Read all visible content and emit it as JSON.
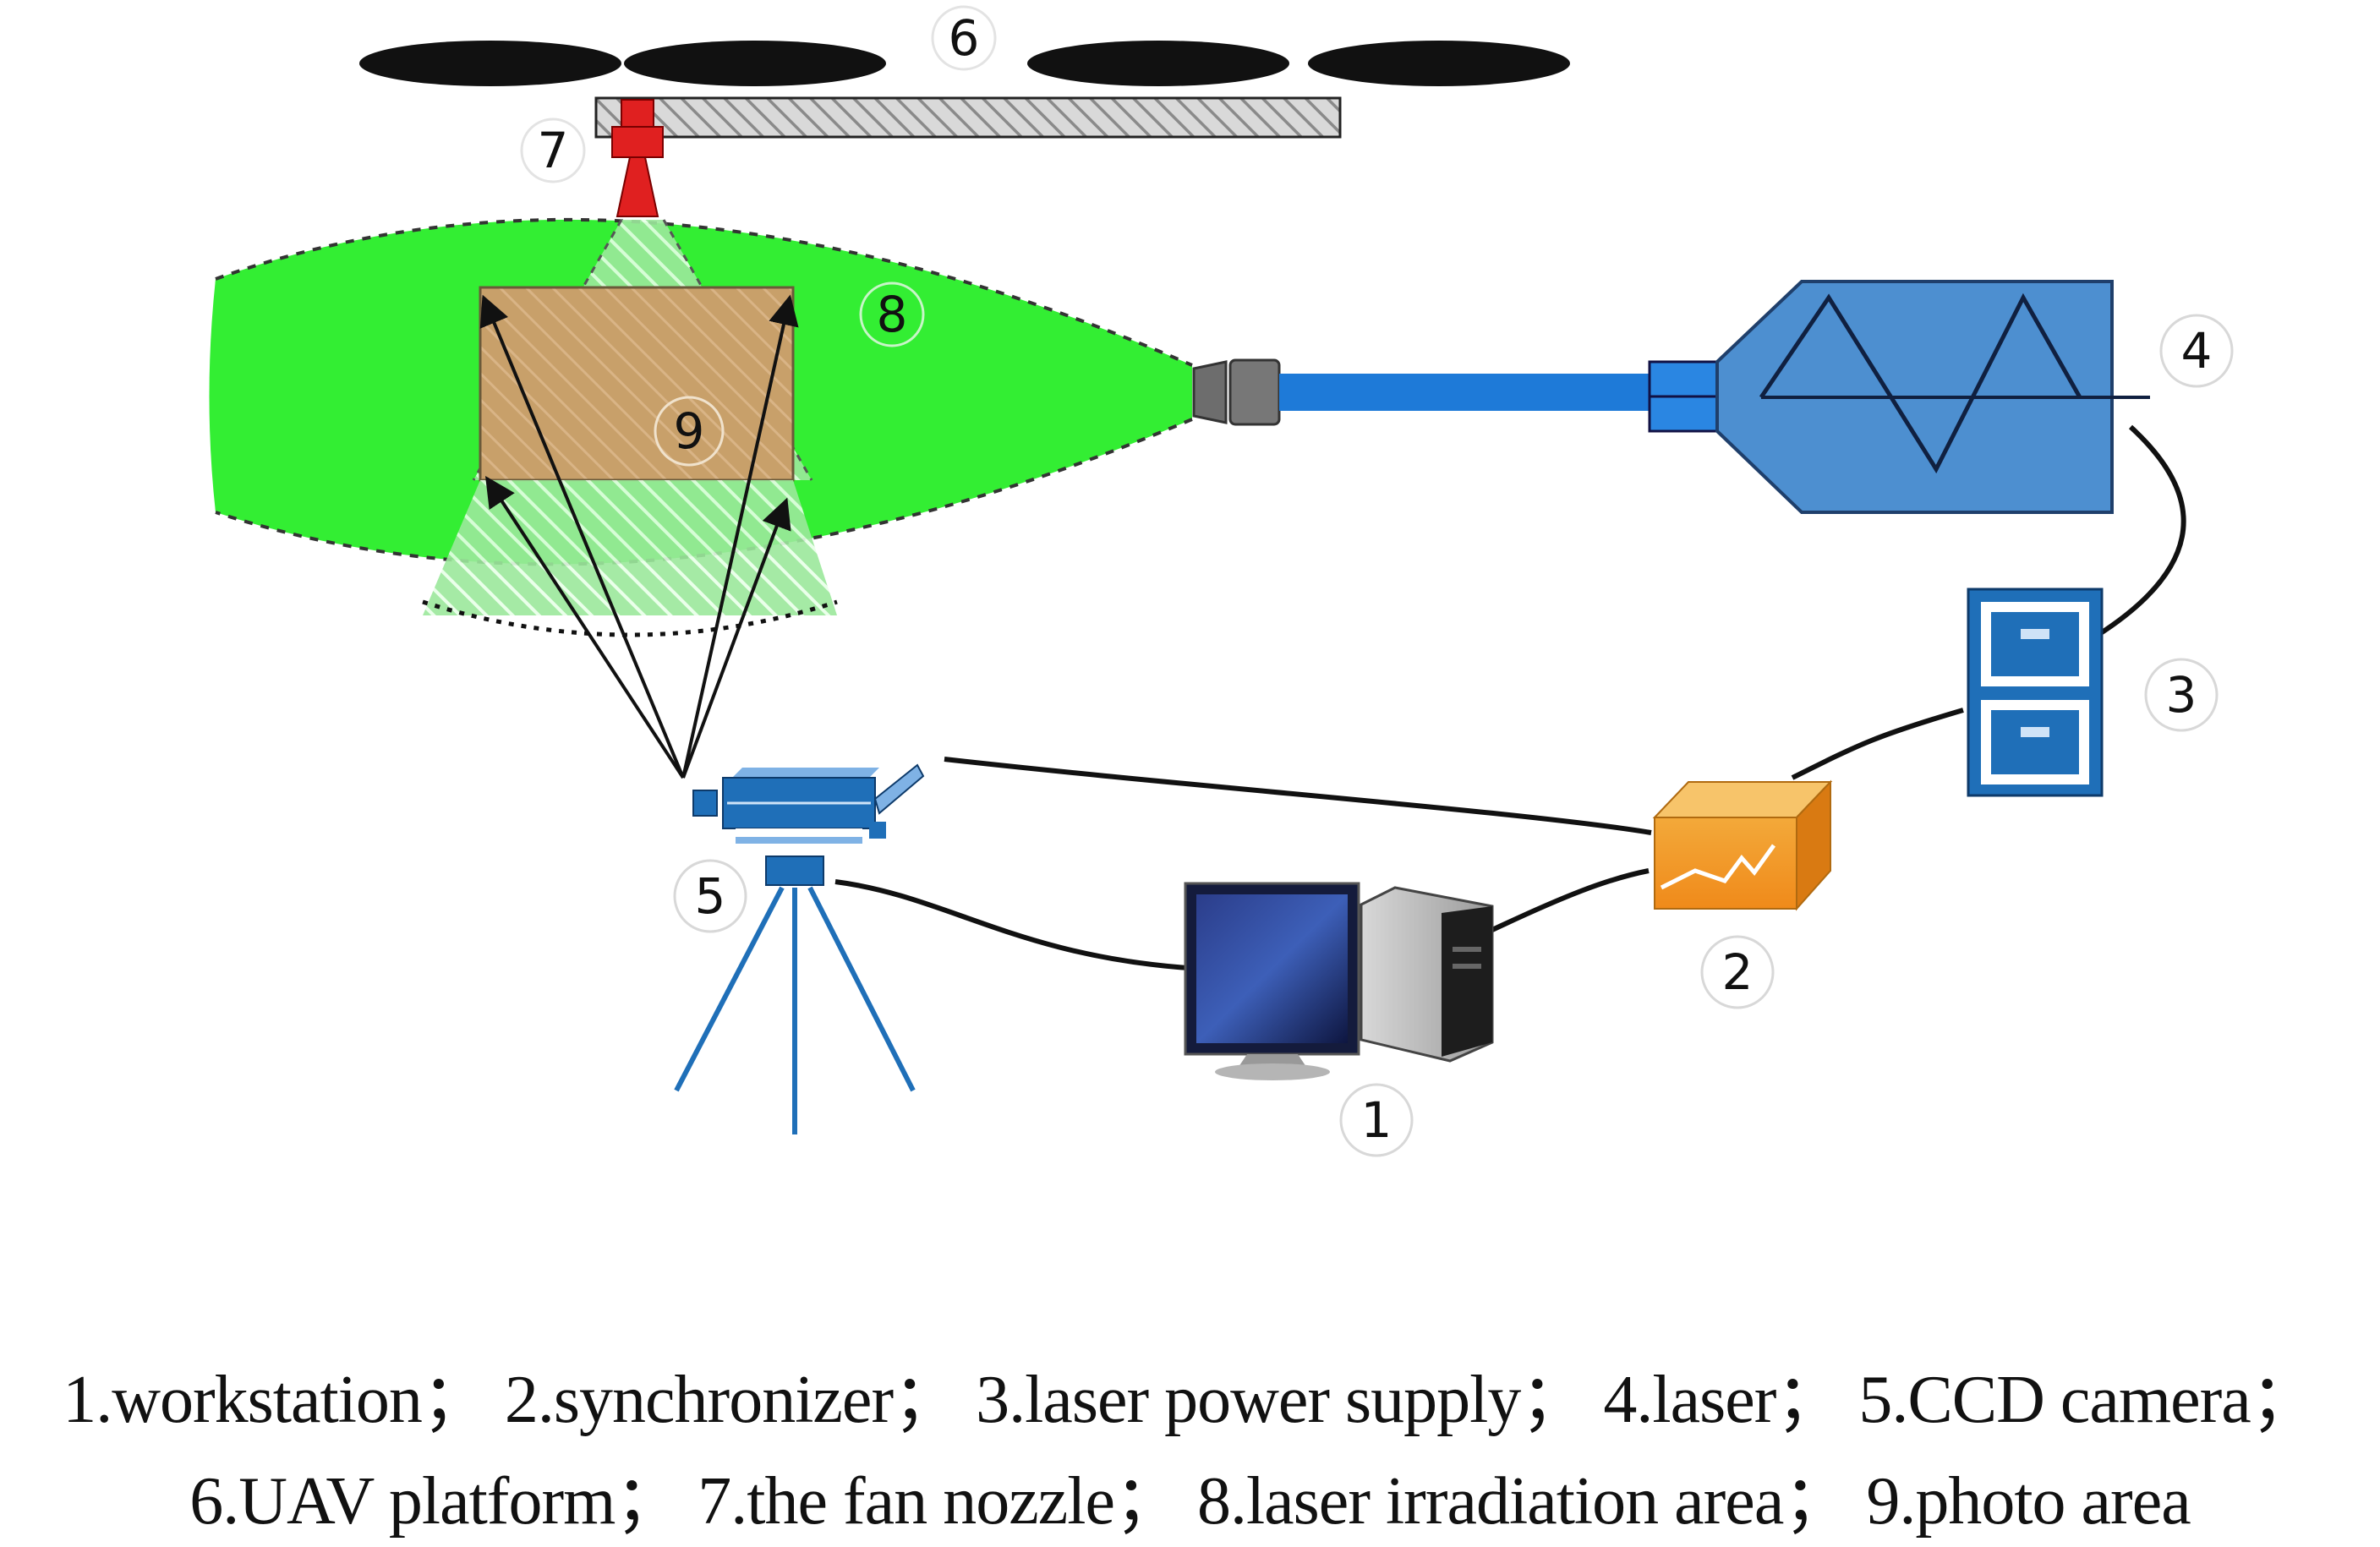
{
  "labels": {
    "n1": "1",
    "n2": "2",
    "n3": "3",
    "n4": "4",
    "n5": "5",
    "n6": "6",
    "n7": "7",
    "n8": "8",
    "n9": "9"
  },
  "caption": {
    "line1": "1.workstation；  2.synchronizer；  3.laser power supply；  4.laser；  5.CCD camera；",
    "line2": "6.UAV platform；  7.the fan nozzle；  8.laser irradiation area；  9.photo area"
  },
  "colors": {
    "laser_area": "#33ee33",
    "photo_area": "#c8a06a",
    "laser_body": "#4d8fd0",
    "laser_tube": "#1e7ad8",
    "nozzle": "#e02020",
    "propeller": "#111111",
    "camera": "#1f6fb8",
    "synchronizer": "#f0a030",
    "power_supply": "#1f6fb8",
    "monitor": "#1a2a66"
  }
}
